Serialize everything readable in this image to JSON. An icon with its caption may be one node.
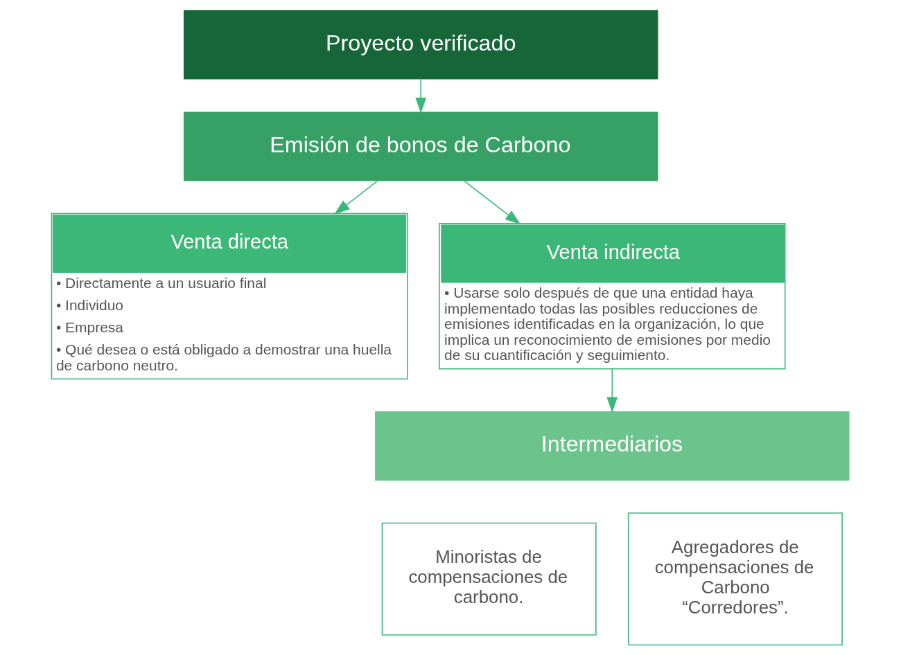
{
  "diagram": {
    "nodes": [
      {
        "text": [
          "Proyecto verificado"
        ]
      },
      {
        "text": [
          "Emisión de bonos de Carbono"
        ]
      },
      {
        "text": [
          "Venta directa",
          "• Directamente a un usuario final",
          "• Individuo",
          "• Empresa",
          "• Qué desea o está obligado a demostrar una huella de carbono neutro."
        ]
      },
      {
        "text": [
          "Venta indirecta",
          "• Usarse solo después de que una entidad haya implementado todas las posibles reducciones de emisiones identificadas en la organización, lo que implica un reconocimiento de emisiones por medio de su cuantificación y seguimiento."
        ]
      },
      {
        "text": [
          "Intermediarios"
        ]
      },
      {
        "text": [
          "Minoristas de compensaciones de carbono."
        ]
      },
      {
        "text": [
          "Agregadores de compensaciones de Carbono “Corredores”."
        ]
      }
    ],
    "edges": [
      {
        "from": 0,
        "to": 1,
        "arrow": "to"
      },
      {
        "from": 1,
        "to": 2,
        "arrow": "to"
      },
      {
        "from": 1,
        "to": 3,
        "arrow": "to"
      },
      {
        "from": 3,
        "to": 4,
        "arrow": "to"
      }
    ]
  }
}
